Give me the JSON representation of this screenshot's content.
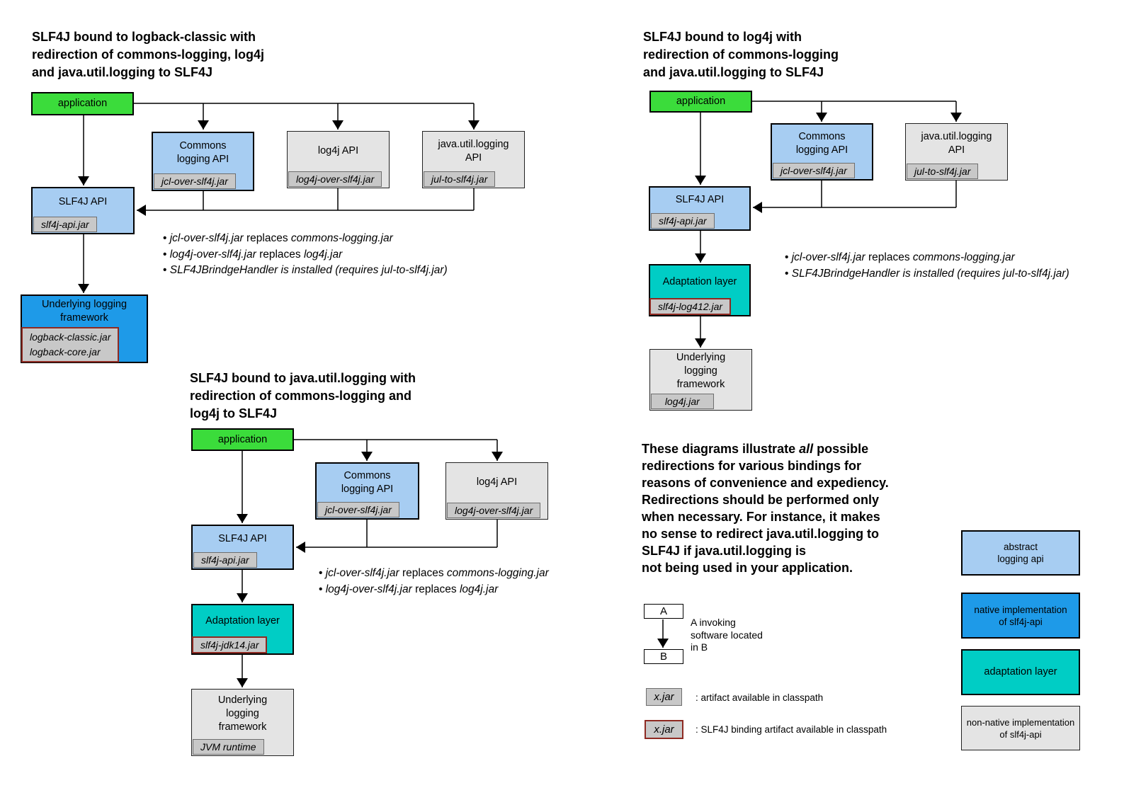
{
  "colors": {
    "green": "#3bdc3b",
    "lblue": "#a7cdf2",
    "bblue": "#1e9ae8",
    "teal": "#00cdc5",
    "lgray": "#e4e4e4",
    "jargray": "#c8c8c8",
    "red": "#8e2a22"
  },
  "diagrams": {
    "logback": {
      "title": "SLF4J bound to logback-classic with\nredirection of commons-logging, log4j\nand java.util.logging to SLF4J",
      "application": {
        "label": "application"
      },
      "commons": {
        "label": "Commons\nlogging API",
        "jar": "jcl-over-slf4j.jar"
      },
      "log4j": {
        "label": "log4j API",
        "jar": "log4j-over-slf4j.jar"
      },
      "jul": {
        "label": "java.util.logging\nAPI",
        "jar": "jul-to-slf4j.jar"
      },
      "slf4j": {
        "label": "SLF4J API",
        "jar": "slf4j-api.jar"
      },
      "underlying": {
        "label": "Underlying logging\nframework",
        "jar": "logback-classic.jar\nlogback-core.jar"
      },
      "bullets": [
        [
          {
            "t": "• ",
            "i": 0
          },
          {
            "t": "jcl-over-slf4j.jar",
            "i": 1
          },
          {
            "t": " replaces ",
            "i": 0
          },
          {
            "t": "commons-logging.jar",
            "i": 1
          }
        ],
        [
          {
            "t": "• ",
            "i": 0
          },
          {
            "t": "log4j-over-slf4j.jar",
            "i": 1
          },
          {
            "t": " replaces ",
            "i": 0
          },
          {
            "t": "log4j.jar",
            "i": 1
          }
        ],
        [
          {
            "t": "• ",
            "i": 0
          },
          {
            "t": "SLF4JBrindgeHandler is installed (requires jul-to-slf4j.jar)",
            "i": 1
          }
        ]
      ]
    },
    "log4j": {
      "title": "SLF4J bound to log4j with\nredirection of commons-logging\nand java.util.logging to SLF4J",
      "application": {
        "label": "application"
      },
      "commons": {
        "label": "Commons\nlogging API",
        "jar": "jcl-over-slf4j.jar"
      },
      "jul": {
        "label": "java.util.logging\nAPI",
        "jar": "jul-to-slf4j.jar"
      },
      "slf4j": {
        "label": "SLF4J API",
        "jar": "slf4j-api.jar"
      },
      "adaptation": {
        "label": "Adaptation layer",
        "jar": "slf4j-log412.jar"
      },
      "underlying": {
        "label": "Underlying\nlogging\nframework",
        "jar": "log4j.jar"
      },
      "bullets": [
        [
          {
            "t": "• ",
            "i": 0
          },
          {
            "t": "jcl-over-slf4j.jar",
            "i": 1
          },
          {
            "t": " replaces ",
            "i": 0
          },
          {
            "t": "commons-logging.jar",
            "i": 1
          }
        ],
        [
          {
            "t": "• ",
            "i": 0
          },
          {
            "t": "SLF4JBrindgeHandler is installed (requires jul-to-slf4j.jar)",
            "i": 1
          }
        ]
      ]
    },
    "jul": {
      "title": "SLF4J bound to java.util.logging with\nredirection of commons-logging and\nlog4j to SLF4J",
      "application": {
        "label": "application"
      },
      "commons": {
        "label": "Commons\nlogging API",
        "jar": "jcl-over-slf4j.jar"
      },
      "log4j": {
        "label": "log4j API",
        "jar": "log4j-over-slf4j.jar"
      },
      "slf4j": {
        "label": "SLF4J API",
        "jar": "slf4j-api.jar"
      },
      "adaptation": {
        "label": "Adaptation layer",
        "jar": "slf4j-jdk14.jar"
      },
      "underlying": {
        "label": "Underlying\nlogging\nframework",
        "jar": "JVM runtime"
      },
      "bullets": [
        [
          {
            "t": "• ",
            "i": 0
          },
          {
            "t": "jcl-over-slf4j.jar",
            "i": 1
          },
          {
            "t": " replaces ",
            "i": 0
          },
          {
            "t": "commons-logging.jar",
            "i": 1
          }
        ],
        [
          {
            "t": "• ",
            "i": 0
          },
          {
            "t": "log4j-over-slf4j.jar",
            "i": 1
          },
          {
            "t": " replaces ",
            "i": 0
          },
          {
            "t": "log4j.jar",
            "i": 1
          }
        ]
      ]
    }
  },
  "note": {
    "segments": [
      {
        "t": "These diagrams illustrate ",
        "i": 0
      },
      {
        "t": "all",
        "i": 1
      },
      {
        "t": " possible\nredirections for various bindings for\nreasons of convenience and expediency.\nRedirections should be performed only\nwhen necessary. For instance, it makes\nno sense to redirect java.util.logging to\nSLF4J if java.util.logging is\nnot being used in your application.",
        "i": 0
      }
    ]
  },
  "legend": {
    "invoke": {
      "a": "A",
      "b": "B",
      "caption": "A invoking\nsoftware located\nin B"
    },
    "artifact": {
      "label": "x.jar",
      "caption": ": artifact available in classpath"
    },
    "binding": {
      "label": "x.jar",
      "caption": ": SLF4J binding artifact available in classpath"
    },
    "swatches": [
      {
        "label": "abstract\nlogging api"
      },
      {
        "label": "native implementation\nof slf4j-api"
      },
      {
        "label": "adaptation layer"
      },
      {
        "label": "non-native implementation\nof slf4j-api"
      }
    ]
  }
}
